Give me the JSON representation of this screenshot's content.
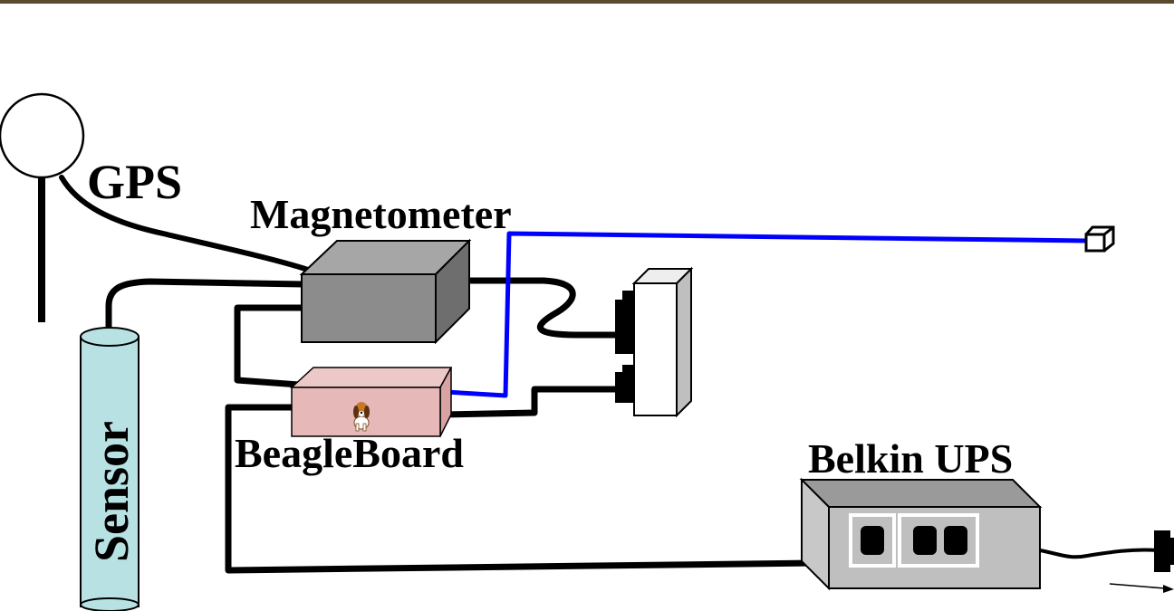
{
  "labels": {
    "gps": "GPS",
    "magnetometer": "Magnetometer",
    "sensor": "Sensor",
    "beagleboard": "BeagleBoard",
    "ups": "Belkin UPS"
  },
  "icons": {
    "beagle": "beagle-dog-icon",
    "antenna": "gps-antenna-icon",
    "plug": "power-plug-icon"
  },
  "colors": {
    "cable": "#000000",
    "network_cable": "#0000ff",
    "magnetometer_front": "#8c8c8c",
    "magnetometer_top": "#a6a6a6",
    "magnetometer_side": "#6e6e6e",
    "beagleboard_front": "#e6b8b8",
    "sensor": "#b7e1e3",
    "ups_body": "#bfbfbf",
    "top_strip": "#5a4a2e"
  }
}
